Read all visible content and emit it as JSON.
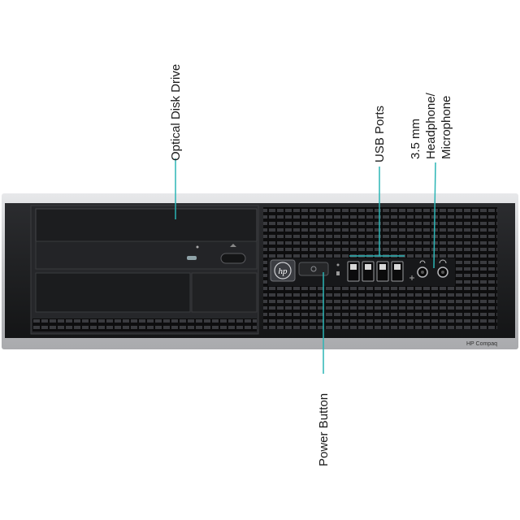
{
  "callouts": {
    "optical_drive": "Optical Disk Drive",
    "usb_ports": "USB Ports",
    "audio_line1": "3.5 mm",
    "audio_line2": "Headphone/",
    "audio_line3": "Microphone",
    "power_button": "Power Button"
  },
  "case": {
    "model_label": "HP Compaq",
    "logo_text": "hp"
  },
  "colors": {
    "leader_line": "#2bb5b5",
    "case_silver": "#c9cacc",
    "front_black": "#1e1f21",
    "grille": "#2c2d30"
  }
}
